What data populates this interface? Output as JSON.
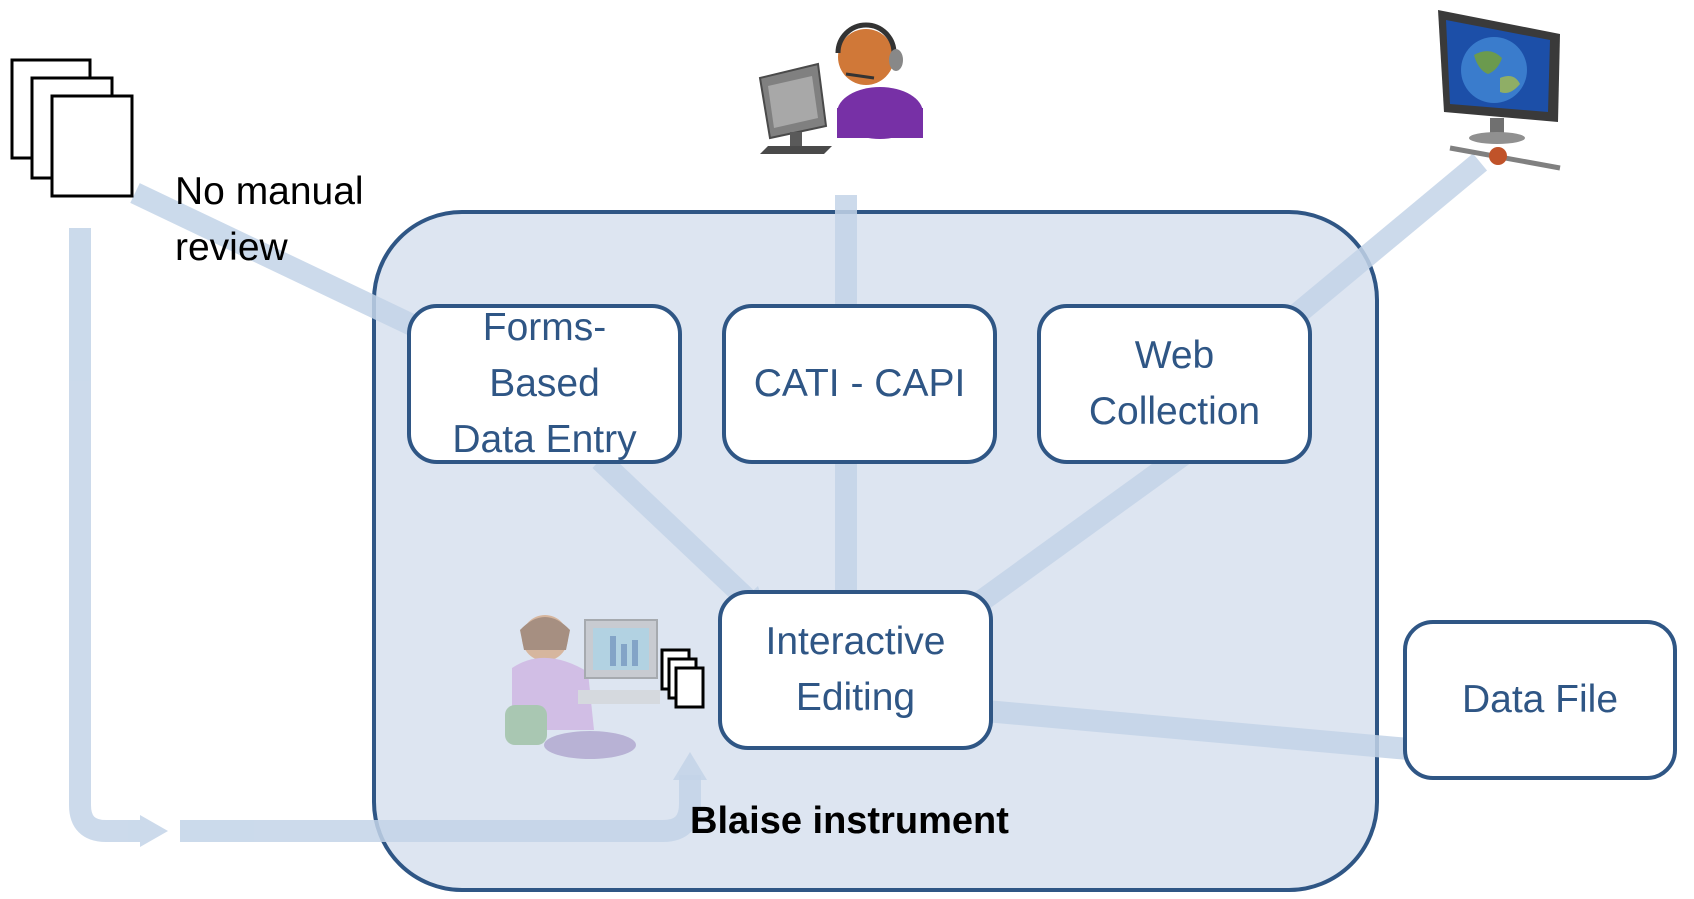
{
  "labels": {
    "no_manual_review": "No manual\nreview",
    "blaise_instrument": "Blaise instrument"
  },
  "boxes": {
    "forms_based": "Forms-\nBased\nData Entry",
    "cati_capi": "CATI - CAPI",
    "web_collection": "Web\nCollection",
    "interactive_editing": "Interactive\nEditing",
    "data_file": "Data File"
  },
  "icons": {
    "paper_forms": "stacked-documents-icon",
    "interviewer": "telephone-interviewer-icon",
    "web_computer": "globe-computer-icon",
    "editor_clerk": "desk-clerk-icon",
    "small_forms": "small-documents-icon"
  },
  "colors": {
    "box_border": "#2f5685",
    "box_text": "#2f5685",
    "container_fill": "#dde5f1",
    "arrow": "#c3d4e8"
  }
}
